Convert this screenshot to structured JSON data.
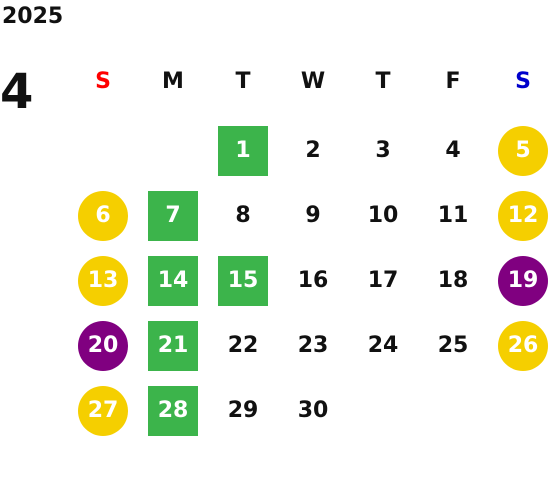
{
  "header": {
    "year": "2025",
    "month": "4"
  },
  "weekdays": [
    {
      "label": "S",
      "color": "#ff0000"
    },
    {
      "label": "M",
      "color": "#111111"
    },
    {
      "label": "T",
      "color": "#111111"
    },
    {
      "label": "W",
      "color": "#111111"
    },
    {
      "label": "T",
      "color": "#111111"
    },
    {
      "label": "F",
      "color": "#111111"
    },
    {
      "label": "S",
      "color": "#0000cc"
    }
  ],
  "colors": {
    "green": "#3cb44b",
    "yellow": "#f5cf00",
    "purple": "#800080"
  },
  "first_weekday_index": 2,
  "days": [
    {
      "day": "1",
      "mark": "green-square"
    },
    {
      "day": "2",
      "mark": "none"
    },
    {
      "day": "3",
      "mark": "none"
    },
    {
      "day": "4",
      "mark": "none"
    },
    {
      "day": "5",
      "mark": "yellow-circle"
    },
    {
      "day": "6",
      "mark": "yellow-circle"
    },
    {
      "day": "7",
      "mark": "green-square"
    },
    {
      "day": "8",
      "mark": "none"
    },
    {
      "day": "9",
      "mark": "none"
    },
    {
      "day": "10",
      "mark": "none"
    },
    {
      "day": "11",
      "mark": "none"
    },
    {
      "day": "12",
      "mark": "yellow-circle"
    },
    {
      "day": "13",
      "mark": "yellow-circle"
    },
    {
      "day": "14",
      "mark": "green-square"
    },
    {
      "day": "15",
      "mark": "green-square"
    },
    {
      "day": "16",
      "mark": "none"
    },
    {
      "day": "17",
      "mark": "none"
    },
    {
      "day": "18",
      "mark": "none"
    },
    {
      "day": "19",
      "mark": "purple-circle"
    },
    {
      "day": "20",
      "mark": "purple-circle"
    },
    {
      "day": "21",
      "mark": "green-square"
    },
    {
      "day": "22",
      "mark": "none"
    },
    {
      "day": "23",
      "mark": "none"
    },
    {
      "day": "24",
      "mark": "none"
    },
    {
      "day": "25",
      "mark": "none"
    },
    {
      "day": "26",
      "mark": "yellow-circle"
    },
    {
      "day": "27",
      "mark": "yellow-circle"
    },
    {
      "day": "28",
      "mark": "green-square"
    },
    {
      "day": "29",
      "mark": "none"
    },
    {
      "day": "30",
      "mark": "none"
    }
  ]
}
